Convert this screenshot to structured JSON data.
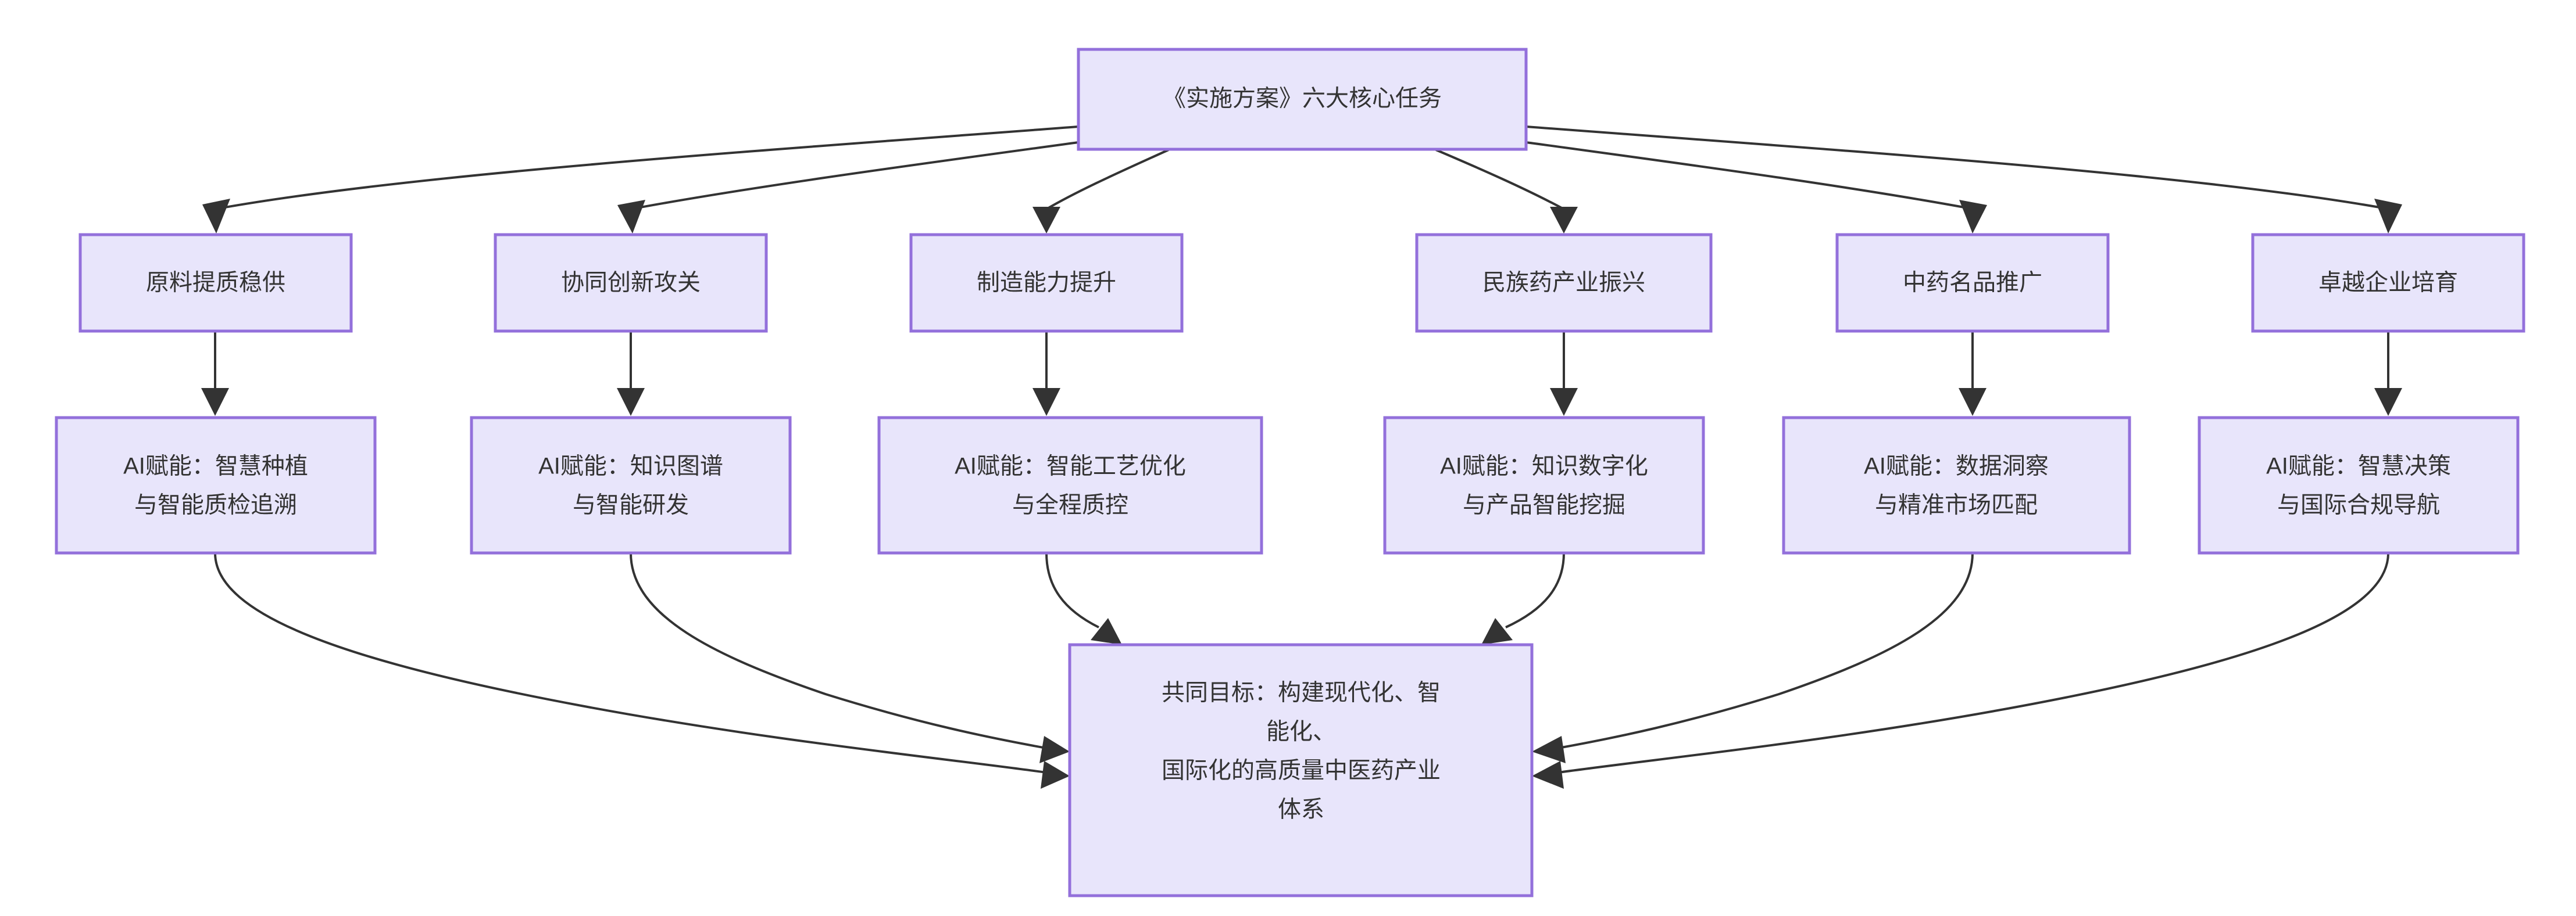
{
  "diagram": {
    "type": "flowchart",
    "direction": "top-down",
    "title_node": "《实施方案》六大核心任务",
    "theme": {
      "node_fill": "#e8e5fb",
      "node_border": "#9370db",
      "edge_color": "#333333",
      "text_color": "#333333",
      "background": "#ffffff"
    },
    "nodes": {
      "root": {
        "label": "《实施方案》六大核心任务"
      },
      "tasks": [
        {
          "id": "task1",
          "label": "原料提质稳供"
        },
        {
          "id": "task2",
          "label": "协同创新攻关"
        },
        {
          "id": "task3",
          "label": "制造能力提升"
        },
        {
          "id": "task4",
          "label": "民族药产业振兴"
        },
        {
          "id": "task5",
          "label": "中药名品推广"
        },
        {
          "id": "task6",
          "label": "卓越企业培育"
        }
      ],
      "ai": [
        {
          "id": "ai1",
          "line1": "AI赋能：智慧种植",
          "line2": "与智能质检追溯"
        },
        {
          "id": "ai2",
          "line1": "AI赋能：知识图谱",
          "line2": "与智能研发"
        },
        {
          "id": "ai3",
          "line1": "AI赋能：智能工艺优化",
          "line2": "与全程质控"
        },
        {
          "id": "ai4",
          "line1": "AI赋能：知识数字化",
          "line2": "与产品智能挖掘"
        },
        {
          "id": "ai5",
          "line1": "AI赋能：数据洞察",
          "line2": "与精准市场匹配"
        },
        {
          "id": "ai6",
          "line1": "AI赋能：智慧决策",
          "line2": "与国际合规导航"
        }
      ],
      "goal": {
        "id": "goal",
        "line1": "共同目标：构建现代化、智",
        "line2": "能化、",
        "line3": "国际化的高质量中医药产业",
        "line4": "体系"
      }
    },
    "edges": [
      {
        "from": "root",
        "to": "task1"
      },
      {
        "from": "root",
        "to": "task2"
      },
      {
        "from": "root",
        "to": "task3"
      },
      {
        "from": "root",
        "to": "task4"
      },
      {
        "from": "root",
        "to": "task5"
      },
      {
        "from": "root",
        "to": "task6"
      },
      {
        "from": "task1",
        "to": "ai1"
      },
      {
        "from": "task2",
        "to": "ai2"
      },
      {
        "from": "task3",
        "to": "ai3"
      },
      {
        "from": "task4",
        "to": "ai4"
      },
      {
        "from": "task5",
        "to": "ai5"
      },
      {
        "from": "task6",
        "to": "ai6"
      },
      {
        "from": "ai1",
        "to": "goal"
      },
      {
        "from": "ai2",
        "to": "goal"
      },
      {
        "from": "ai3",
        "to": "goal"
      },
      {
        "from": "ai4",
        "to": "goal"
      },
      {
        "from": "ai5",
        "to": "goal"
      },
      {
        "from": "ai6",
        "to": "goal"
      }
    ]
  }
}
